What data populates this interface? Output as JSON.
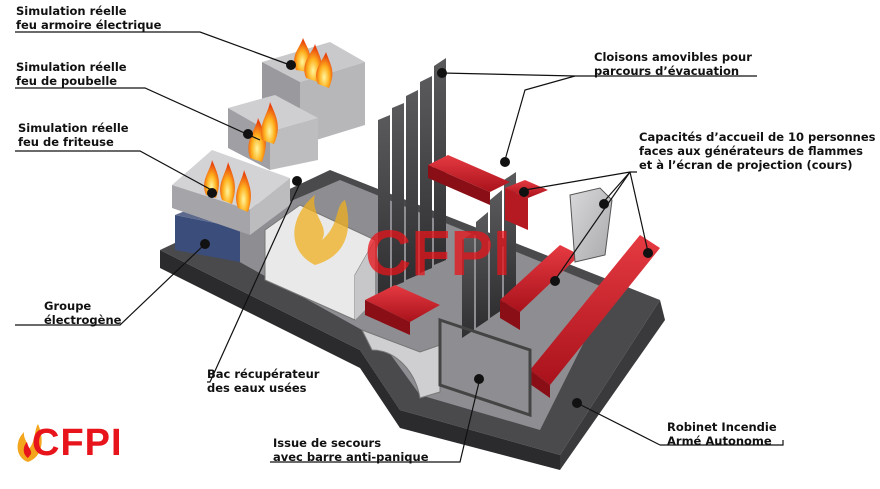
{
  "brand": {
    "name": "CFPI",
    "color": "#e8141b"
  },
  "labels": {
    "cabinet_fire": [
      "Simulation réelle",
      "feu armoire électrique"
    ],
    "bin_fire": [
      "Simulation réelle",
      "feu de poubelle"
    ],
    "fryer_fire": [
      "Simulation réelle",
      "feu de friteuse"
    ],
    "generator": [
      "Groupe",
      "électrogène"
    ],
    "waste_water": [
      "Bac récupérateur",
      "des eaux usées"
    ],
    "emergency_exit": [
      "Issue de secours",
      "avec barre  anti-panique"
    ],
    "partitions": [
      "Cloisons amovibles pour",
      "parcours d’évacuation"
    ],
    "capacity": [
      "Capacités d’accueil de 10 personnes",
      "faces aux générateurs de flammes",
      "et à l’écran de projection (cours)"
    ],
    "fire_hose": [
      "Robinet Incendie",
      "Armé Autonome"
    ]
  },
  "colors": {
    "bench_red": "#c8161f",
    "flame_orange": "#ffb21f",
    "structure_dark": "#3a3a3c",
    "generator_blue": "#3b4d7a"
  }
}
